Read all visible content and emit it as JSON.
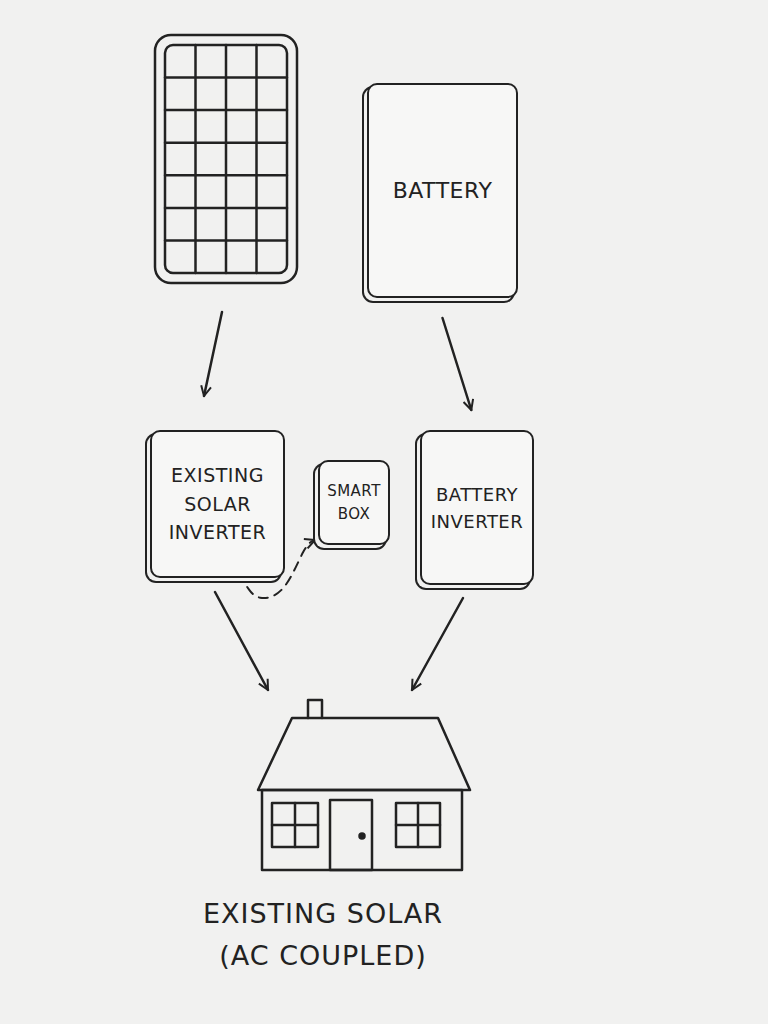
{
  "diagram": {
    "caption": "EXISTING SOLAR (AC COUPLED)",
    "nodes": [
      {
        "text": [
          "BATTERY"
        ]
      },
      {
        "text": [
          "EXISTING SOLAR INVERTER"
        ]
      },
      {
        "text": [
          "SMART BOX"
        ]
      },
      {
        "text": [
          "BATTERY INVERTER"
        ]
      }
    ],
    "edges": [
      {
        "from": 0,
        "to": 3,
        "arrow": "to"
      },
      {
        "from": 1,
        "to": 2,
        "arrow": "to"
      }
    ]
  }
}
